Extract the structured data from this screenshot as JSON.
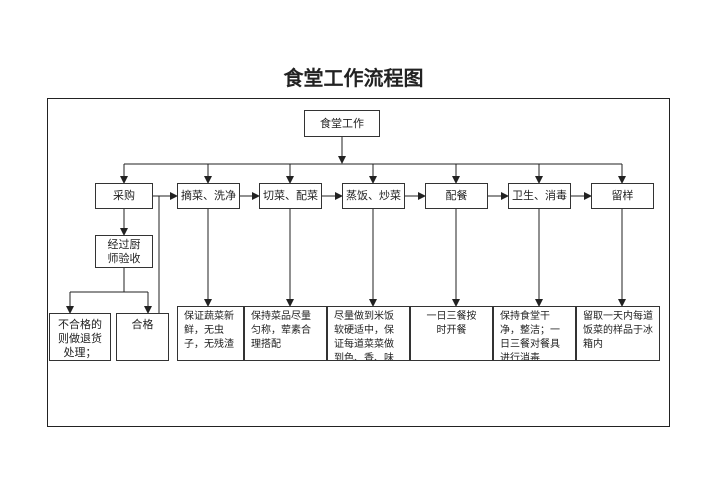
{
  "title": "食堂工作流程图",
  "root": "食堂工作",
  "steps": [
    {
      "label": "采购"
    },
    {
      "label": "摘菜、洗净"
    },
    {
      "label": "切菜、配菜"
    },
    {
      "label": "蒸饭、炒菜"
    },
    {
      "label": "配餐"
    },
    {
      "label": "卫生、消毒"
    },
    {
      "label": "留样"
    }
  ],
  "inspection": "经过厨师验收",
  "outcomes": {
    "fail": "不合格的则做退货处理；",
    "pass": "合格"
  },
  "descriptions": [
    "保证蔬菜新鲜，无虫子，无残渣",
    "保持菜品尽量匀称，荤素合理搭配",
    "尽量做到米饭软硬适中，保证每道菜菜做到色、香、味俱全",
    "一日三餐按时开餐",
    "保持食堂干净，整洁；一日三餐对餐具进行消毒",
    "留取一天内每道饭菜的样品于冰箱内"
  ]
}
